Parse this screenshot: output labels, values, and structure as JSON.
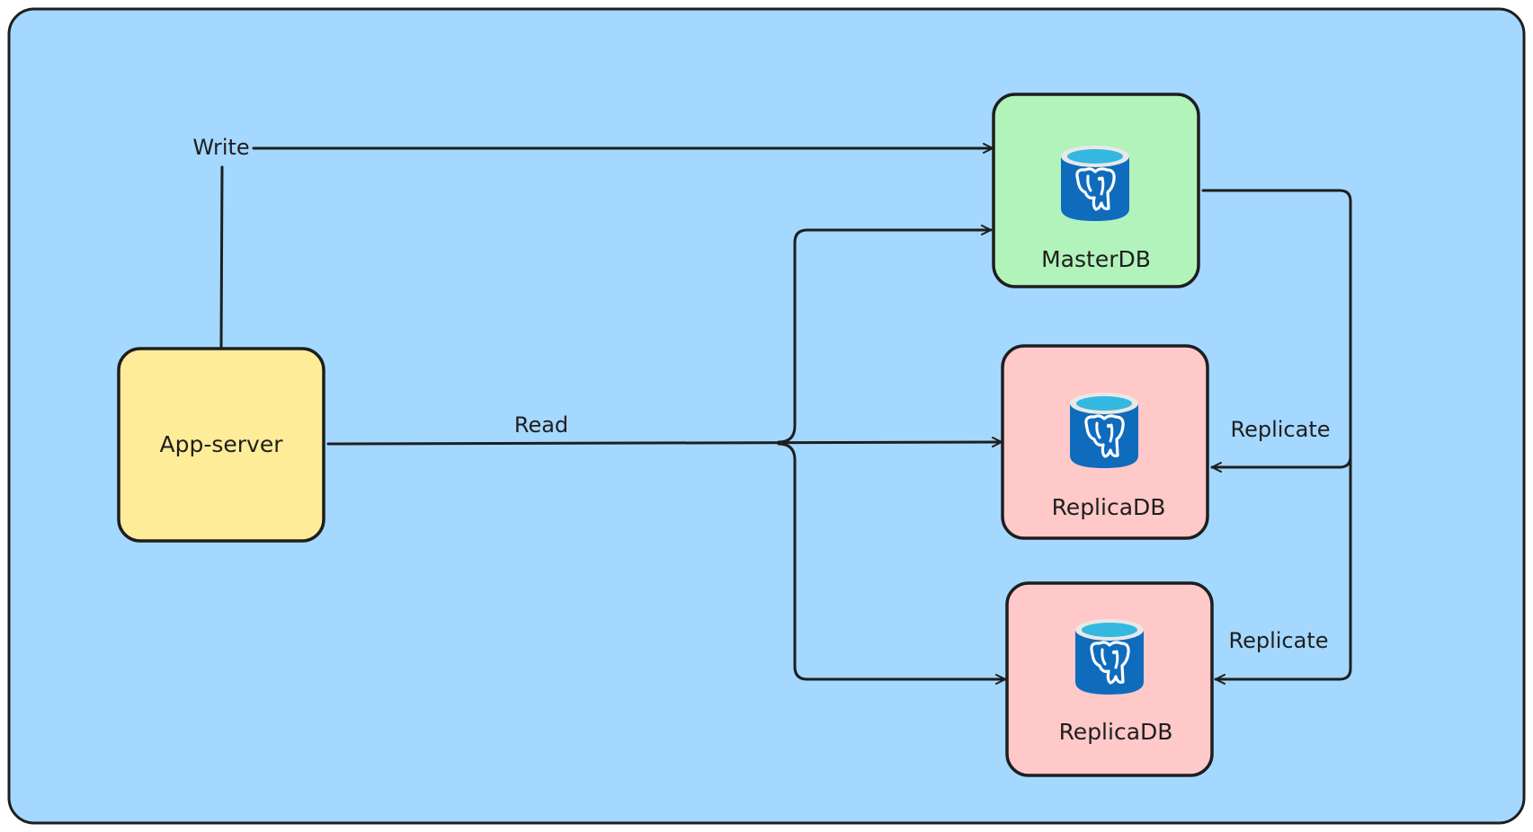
{
  "colors": {
    "background": "#a5d8ff",
    "app_server_fill": "#ffec99",
    "master_fill": "#b2f2bb",
    "replica_fill": "#ffc9c9",
    "stroke": "#1e1e1e",
    "db_icon_blue": "#0f6cbd",
    "db_icon_cyan": "#35b8e0"
  },
  "nodes": {
    "app_server": {
      "label": "App-server"
    },
    "master_db": {
      "label": "MasterDB",
      "icon": "postgresql-database-icon"
    },
    "replica_db_1": {
      "label": "ReplicaDB",
      "icon": "postgresql-database-icon"
    },
    "replica_db_2": {
      "label": "ReplicaDB",
      "icon": "postgresql-database-icon"
    }
  },
  "edges": {
    "write": {
      "label": "Write"
    },
    "read": {
      "label": "Read"
    },
    "replicate_1": {
      "label": "Replicate"
    },
    "replicate_2": {
      "label": "Replicate"
    }
  }
}
